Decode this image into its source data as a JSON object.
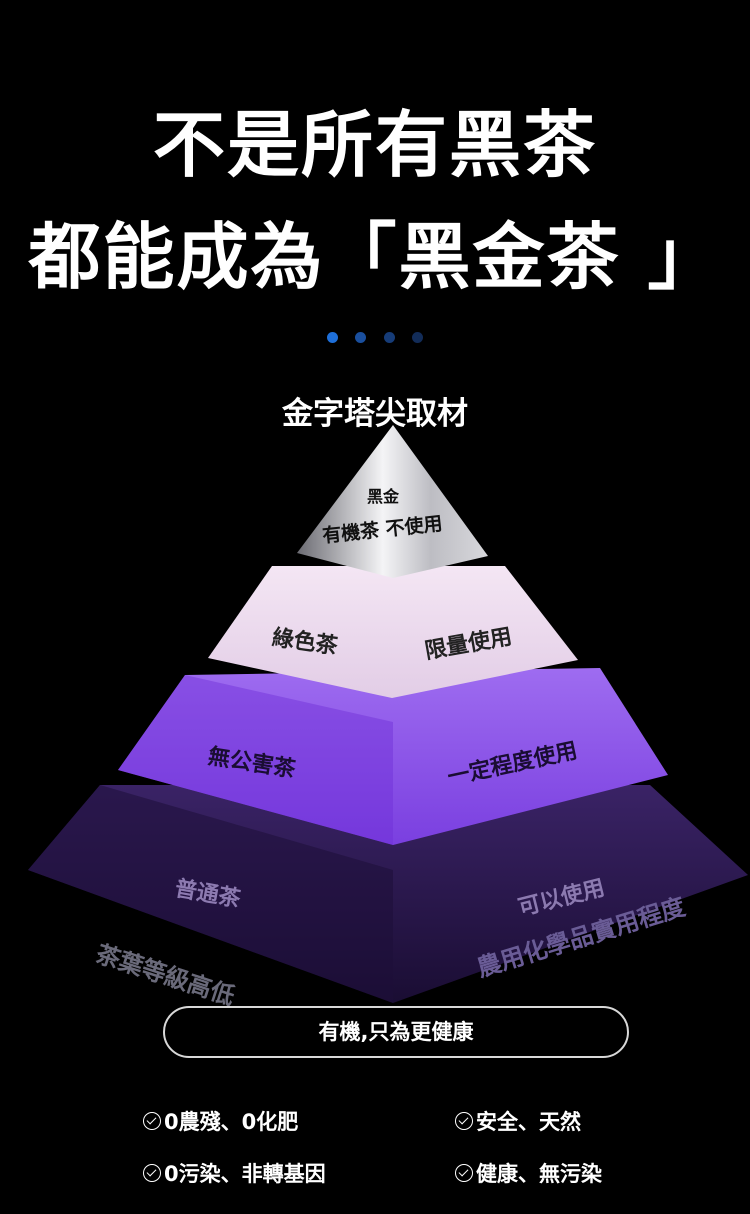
{
  "header": {
    "line1": "不是所有黑茶",
    "line2": "都能成為「黑金茶 」"
  },
  "carousel": {
    "dot_colors": [
      "#1e6fd9",
      "#1a4f9e",
      "#163c78",
      "#122c58"
    ]
  },
  "pyramid": {
    "title": "金字塔尖取材",
    "tiers": [
      {
        "name": "黑金",
        "detail": "有機茶 不使用"
      },
      {
        "name": "綠色茶",
        "detail": "限量使用"
      },
      {
        "name": "無公害茶",
        "detail": "一定程度使用"
      },
      {
        "name": "普通茶",
        "detail": "可以使用"
      }
    ],
    "left_axis": "茶葉等級高低",
    "right_axis": "農用化學品實用程度"
  },
  "slogan": "有機,只為更健康",
  "features": [
    "0農殘、0化肥",
    "安全、天然",
    "0污染、非轉基因",
    "健康、無污染"
  ],
  "colors": {
    "tier1": "#c8c8d0",
    "tier2": "#ead7ee",
    "tier3": "#8a52e6",
    "tier4": "#2a1748"
  }
}
